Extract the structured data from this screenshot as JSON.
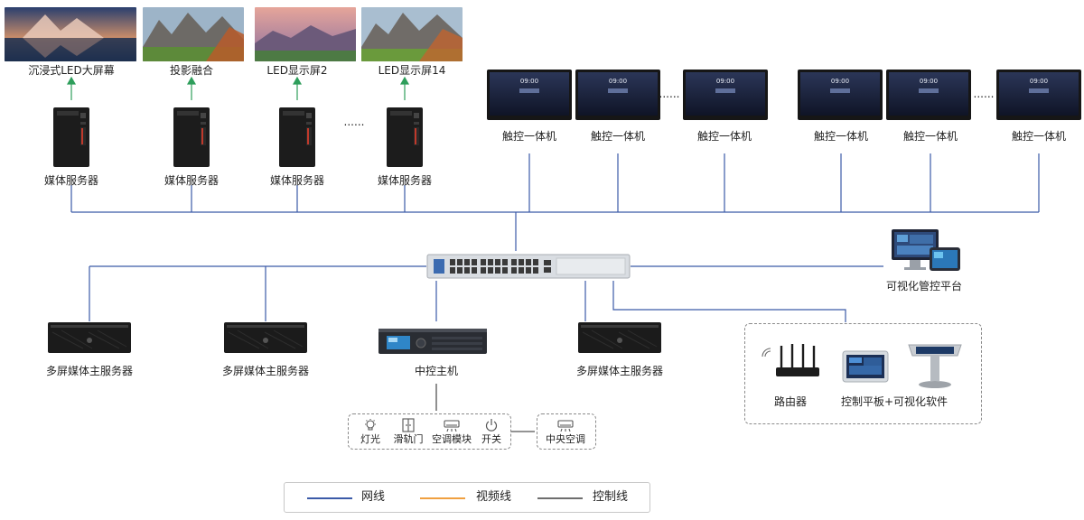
{
  "displays": [
    {
      "label": "沉浸式LED大屏幕"
    },
    {
      "label": "投影融合"
    },
    {
      "label": "LED显示屏2"
    },
    {
      "label": "LED显示屏14"
    }
  ],
  "media_servers": [
    {
      "label": "媒体服务器"
    },
    {
      "label": "媒体服务器"
    },
    {
      "label": "媒体服务器"
    },
    {
      "label": "媒体服务器"
    }
  ],
  "server_ellipsis": "......",
  "touch_panels": [
    {
      "label": "触控一体机",
      "time": "09:00"
    },
    {
      "label": "触控一体机",
      "time": "09:00"
    },
    {
      "label": "触控一体机",
      "time": "09:00"
    },
    {
      "label": "触控一体机",
      "time": "09:00"
    },
    {
      "label": "触控一体机",
      "time": "09:00"
    },
    {
      "label": "触控一体机",
      "time": "09:00"
    }
  ],
  "touch_ellipsis": "......",
  "visual_platform": {
    "label": "可视化管控平台"
  },
  "multi_servers": [
    {
      "label": "多屏媒体主服务器"
    },
    {
      "label": "多屏媒体主服务器"
    },
    {
      "label": "多屏媒体主服务器"
    }
  ],
  "central_controller": {
    "label": "中控主机"
  },
  "controlled_devices": [
    {
      "label": "灯光",
      "icon": "bulb-icon"
    },
    {
      "label": "滑轨门",
      "icon": "sliding-door-icon"
    },
    {
      "label": "空调模块",
      "icon": "ac-module-icon"
    },
    {
      "label": "开关",
      "icon": "power-icon"
    }
  ],
  "central_ac": {
    "label": "中央空调",
    "icon": "ac-icon"
  },
  "router": {
    "label": "路由器"
  },
  "control_tablet": {
    "label": "控制平板+可视化软件"
  },
  "legend": [
    {
      "label": "网线",
      "color": "#3b5aa8"
    },
    {
      "label": "视频线",
      "color": "#f0a040"
    },
    {
      "label": "控制线",
      "color": "#6e6e6e"
    }
  ],
  "colors": {
    "network": "#3b5aa8",
    "video": "#2e9e5b",
    "control": "#6e6e6e"
  }
}
